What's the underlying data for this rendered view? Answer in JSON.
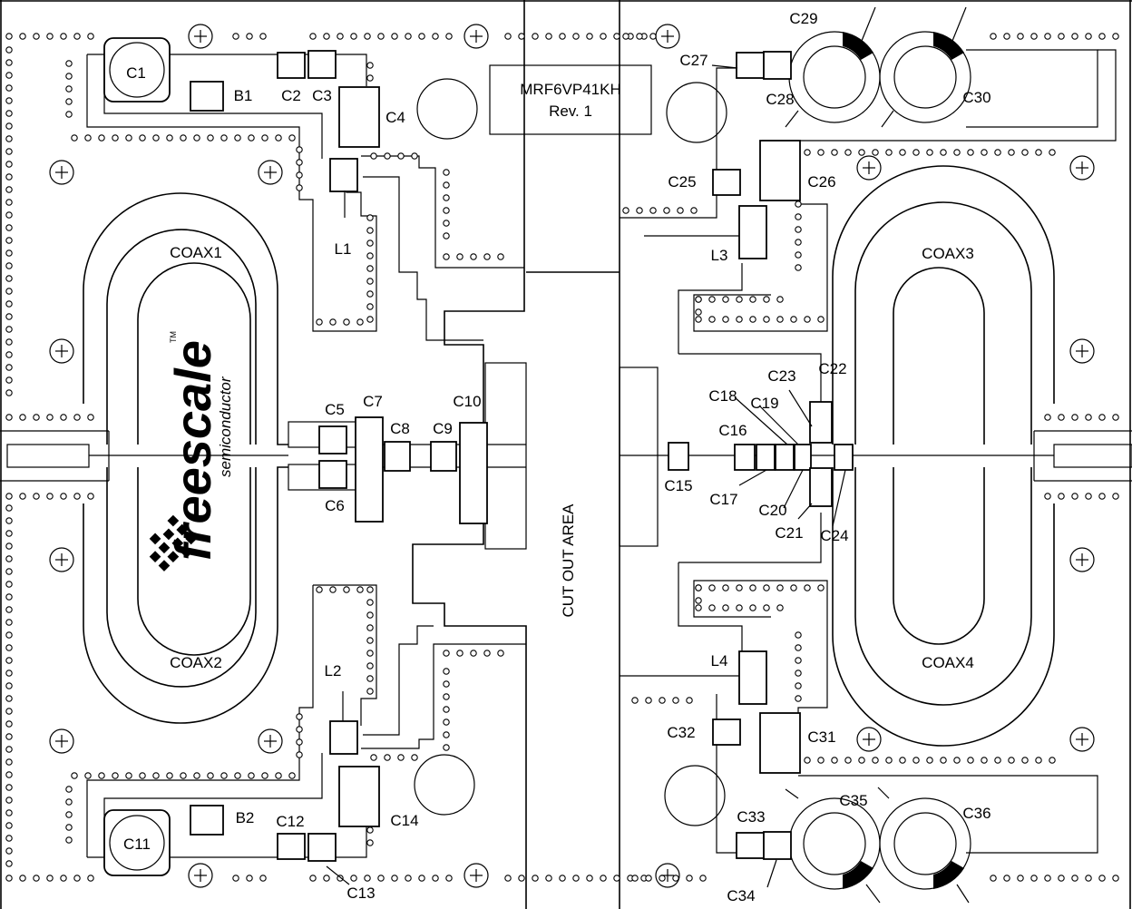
{
  "board": {
    "title_lines": [
      "MRF6VP41KH",
      "Rev. 1"
    ],
    "cut_out_label": "CUT OUT AREA",
    "logo": {
      "brand": "freescale",
      "sub": "semiconductor",
      "tm": "TM"
    }
  },
  "coax_labels": [
    "COAX1",
    "COAX2",
    "COAX3",
    "COAX4"
  ],
  "component_labels": {
    "c1": "C1",
    "b1": "B1",
    "c2": "C2",
    "c3": "C3",
    "c4": "C4",
    "l1": "L1",
    "c5": "C5",
    "c6": "C6",
    "c7": "C7",
    "c8": "C8",
    "c9": "C9",
    "c10": "C10",
    "l2": "L2",
    "c11": "C11",
    "b2": "B2",
    "c12": "C12",
    "c13": "C13",
    "c14": "C14",
    "c15": "C15",
    "c16": "C16",
    "c17": "C17",
    "c18": "C18",
    "c19": "C19",
    "c20": "C20",
    "c21": "C21",
    "c22": "C22",
    "c23": "C23",
    "c24": "C24",
    "c25": "C25",
    "c26": "C26",
    "c27": "C27",
    "c28": "C28",
    "c29": "C29",
    "c30": "C30",
    "l3": "L3",
    "l4": "L4",
    "c31": "C31",
    "c32": "C32",
    "c33": "C33",
    "c34": "C34",
    "c35": "C35",
    "c36": "C36"
  }
}
